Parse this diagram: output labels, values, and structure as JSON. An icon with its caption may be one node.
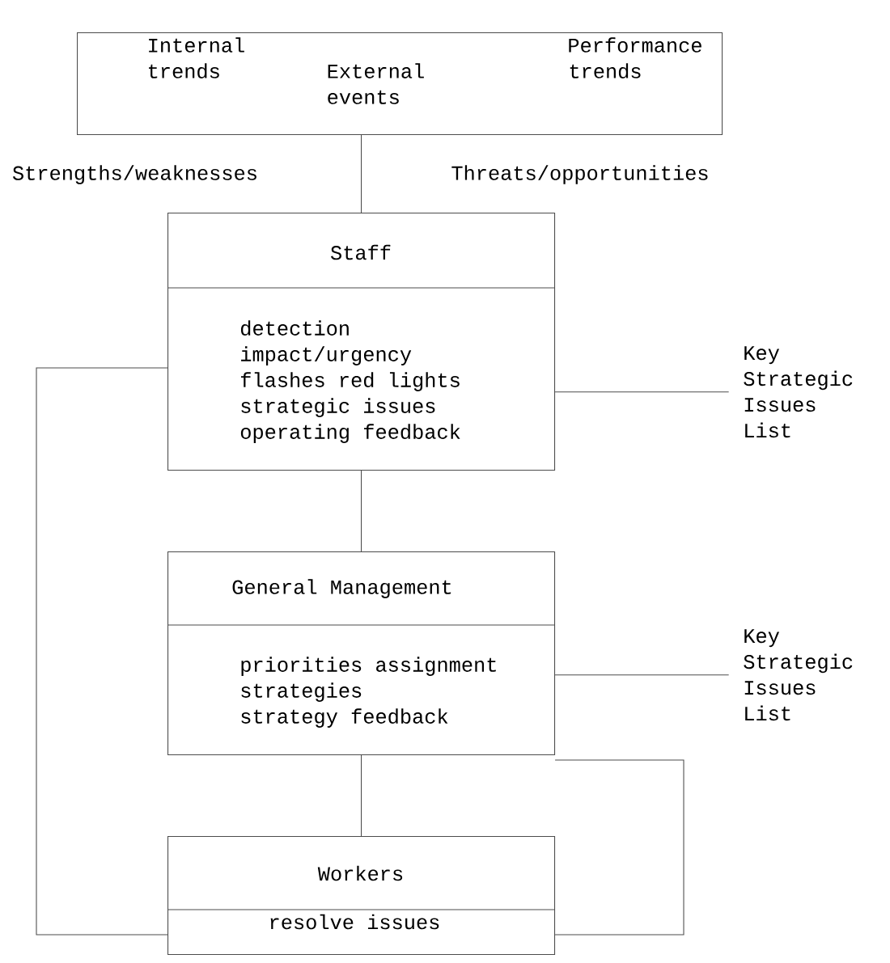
{
  "diagram": {
    "nodes": [
      {
        "text": [
          "Internal trends",
          "External events",
          "Performance trends"
        ]
      },
      {
        "text": [
          "Staff",
          "detection",
          "impact/urgency",
          "flashes red lights",
          "strategic issues",
          "operating feedback"
        ]
      },
      {
        "text": [
          "Key Strategic Issues List"
        ]
      },
      {
        "text": [
          "General Management",
          "priorities assignment",
          "strategies",
          "strategy feedback"
        ]
      },
      {
        "text": [
          "Key Strategic Issues List"
        ]
      },
      {
        "text": [
          "Workers",
          "resolve issues"
        ]
      }
    ],
    "edges": [
      {
        "from": 0,
        "to": 1,
        "arrow": "none"
      },
      {
        "from": 1,
        "to": 2,
        "arrow": "none"
      },
      {
        "from": 1,
        "to": 3,
        "arrow": "none"
      },
      {
        "from": 3,
        "to": 4,
        "arrow": "none"
      },
      {
        "from": 3,
        "to": 5,
        "arrow": "none"
      },
      {
        "from": 5,
        "to": 1,
        "arrow": "none"
      },
      {
        "from": 5,
        "to": 3,
        "arrow": "none"
      }
    ],
    "labels": [
      "Strengths/weaknesses",
      "Threats/opportunities"
    ]
  }
}
